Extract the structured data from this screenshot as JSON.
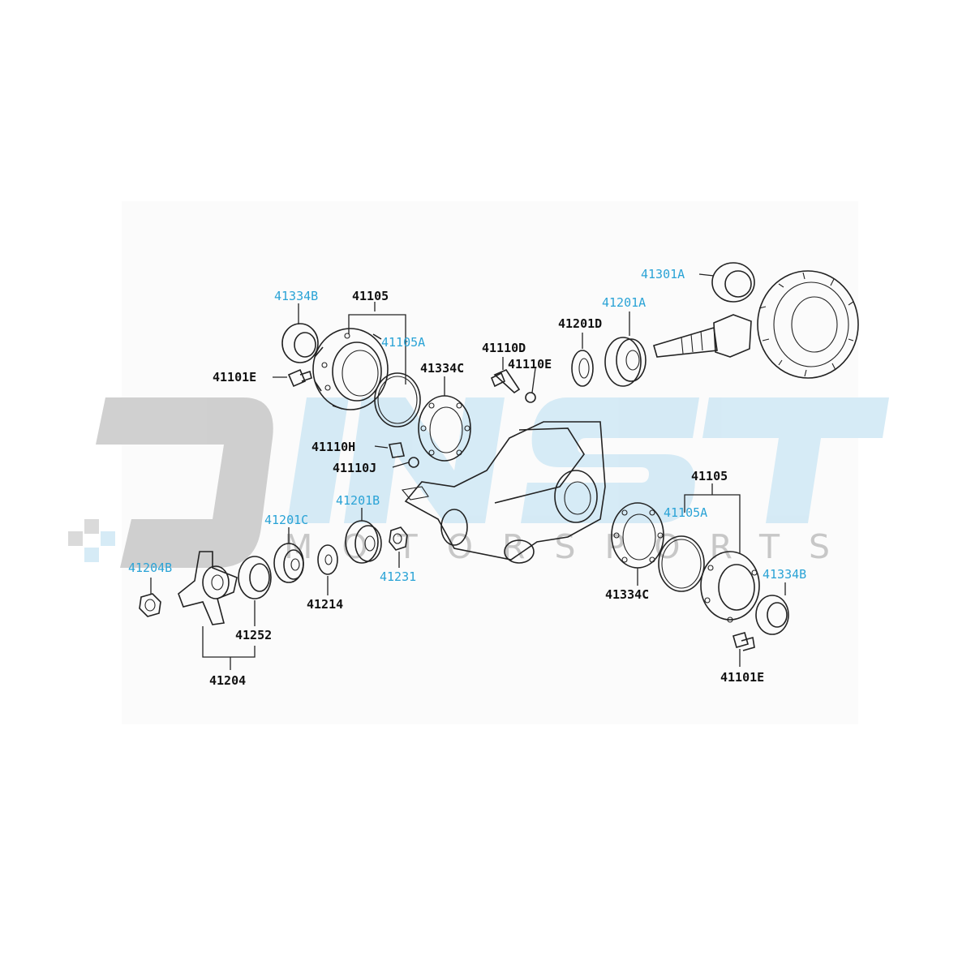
{
  "colors": {
    "label_black": "#111111",
    "label_blue": "#2aa3d6",
    "watermark_grey": "#c8c8c8",
    "watermark_blue": "#cfe8f5",
    "panel_bg": "#fbfbfb"
  },
  "watermark": {
    "word": "MOTORSPORTS",
    "logo": "DINST"
  },
  "labels": {
    "p41334B_left": "41334B",
    "p41105_left": "41105",
    "p41105A_left": "41105A",
    "p41101E_left": "41101E",
    "p41110D": "41110D",
    "p41110E": "41110E",
    "p41334C_top": "41334C",
    "p41201D": "41201D",
    "p41201A": "41201A",
    "p41301A": "41301A",
    "p41110H": "41110H",
    "p41110J": "41110J",
    "p41201B": "41201B",
    "p41201C": "41201C",
    "p41204B": "41204B",
    "p41231": "41231",
    "p41214": "41214",
    "p41252": "41252",
    "p41204": "41204",
    "p41105_right": "41105",
    "p41105A_right": "41105A",
    "p41334B_right": "41334B",
    "p41334C_bottom": "41334C",
    "p41101E_right": "41101E"
  }
}
